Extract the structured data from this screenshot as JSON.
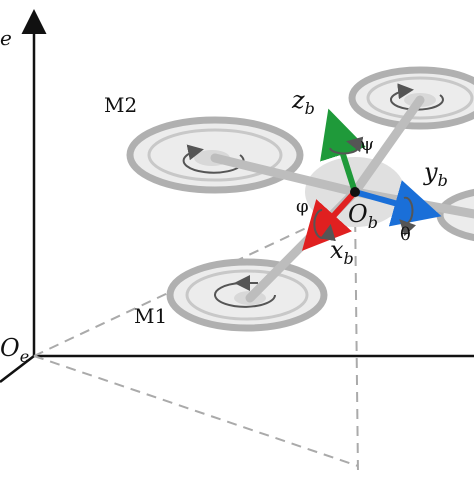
{
  "labels": {
    "m1": "M1",
    "m2": "M2",
    "origin_earth": {
      "base": "O",
      "sub": "e"
    },
    "axis_earth_z_fragment": "e",
    "body_origin": {
      "base": "O",
      "sub": "b"
    },
    "x_body": {
      "base": "x",
      "sub": "b"
    },
    "y_body": {
      "base": "y",
      "sub": "b"
    },
    "z_body": {
      "base": "z",
      "sub": "b"
    },
    "roll": "φ",
    "pitch": "θ",
    "yaw": "ψ"
  },
  "colors": {
    "x_axis": "#e02020",
    "y_axis": "#1a6fd8",
    "z_axis": "#1f9a3a",
    "frame": "#111111",
    "projection": "#aaaaaa",
    "rotor_ring": "#b0b0b0",
    "rotor_fill": "#ececec",
    "arm": "#bdbdbd"
  }
}
